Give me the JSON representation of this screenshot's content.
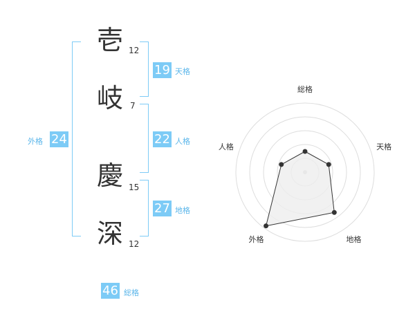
{
  "name": {
    "chars": [
      {
        "char": "壱",
        "strokes": "12"
      },
      {
        "char": "岐",
        "strokes": "7"
      },
      {
        "char": "慶",
        "strokes": "15"
      },
      {
        "char": "深",
        "strokes": "12"
      }
    ]
  },
  "fortunes": {
    "ten": {
      "value": "19",
      "label": "天格"
    },
    "jin": {
      "value": "22",
      "label": "人格"
    },
    "chi": {
      "value": "27",
      "label": "地格"
    },
    "gai": {
      "value": "24",
      "label": "外格"
    },
    "sou": {
      "value": "46",
      "label": "総格"
    }
  },
  "radar": {
    "axes": [
      "総格",
      "天格",
      "地格",
      "外格",
      "人格"
    ],
    "levels": 5,
    "values": [
      1.5,
      1.8,
      3.6,
      4.8,
      1.8
    ],
    "colors": {
      "grid": "#dddddd",
      "fill": "#eeeeee",
      "line": "#333333",
      "point": "#333333",
      "center": "#cccccc"
    }
  },
  "colors": {
    "accent": "#7dcbf6",
    "accent_text": "#5bb6ea"
  }
}
